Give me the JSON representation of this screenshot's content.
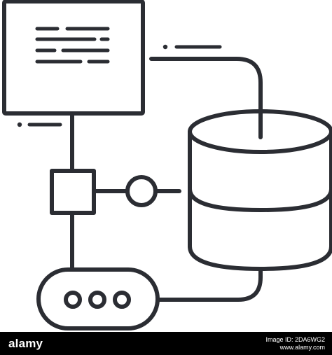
{
  "illustration": {
    "name": "data-storage-flow-line-icon",
    "stroke_color": "#2b2d33",
    "background_color": "#ffffff",
    "icons": [
      "document-window-icon",
      "database-cylinder-icon",
      "node-square-icon",
      "node-circle-icon",
      "server-pill-icon"
    ]
  },
  "watermark": {
    "brand": "alamy",
    "image_id": "Image ID: 2DA6WG2",
    "site": "www.alamy.com",
    "bar_color": "#000000",
    "text_color": "#ffffff"
  }
}
